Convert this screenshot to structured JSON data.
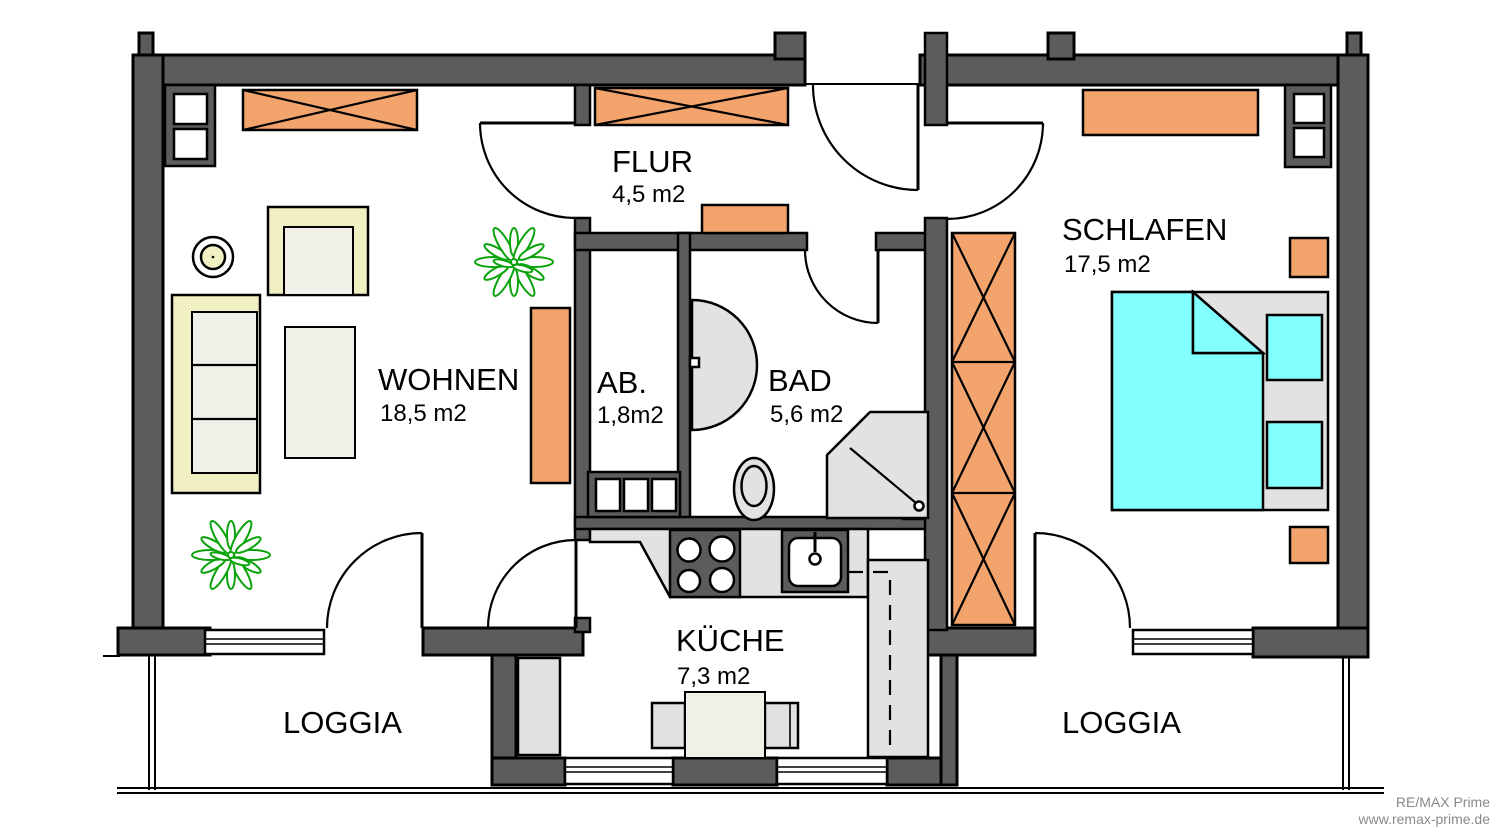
{
  "title": "Apartment floor plan",
  "rooms": {
    "wohnen": {
      "label": "WOHNEN",
      "area": "18,5 m2"
    },
    "flur": {
      "label": "FLUR",
      "area": "4,5 m2"
    },
    "ab": {
      "label": "AB.",
      "area": "1,8m2"
    },
    "bad": {
      "label": "BAD",
      "area": "5,6 m2"
    },
    "schlafen": {
      "label": "SCHLAFEN",
      "area": "17,5 m2"
    },
    "kueche": {
      "label": "KÜCHE",
      "area": "7,3 m2"
    },
    "loggia_left": {
      "label": "LOGGIA"
    },
    "loggia_right": {
      "label": "LOGGIA"
    }
  },
  "watermark": {
    "line1": "RE/MAX Prime",
    "line2": "www.remax-prime.de"
  },
  "colors": {
    "wall": "#5c5c5c",
    "furniture_orange": "#f2a46c",
    "bed_cyan": "#82ffff",
    "sofa_cream": "#f1f0c2",
    "cushion_white": "#f1f0e8",
    "furniture_gray": "#e2e2e2",
    "plant_green": "#0ba30b",
    "watermark": "#8a8a8a"
  }
}
